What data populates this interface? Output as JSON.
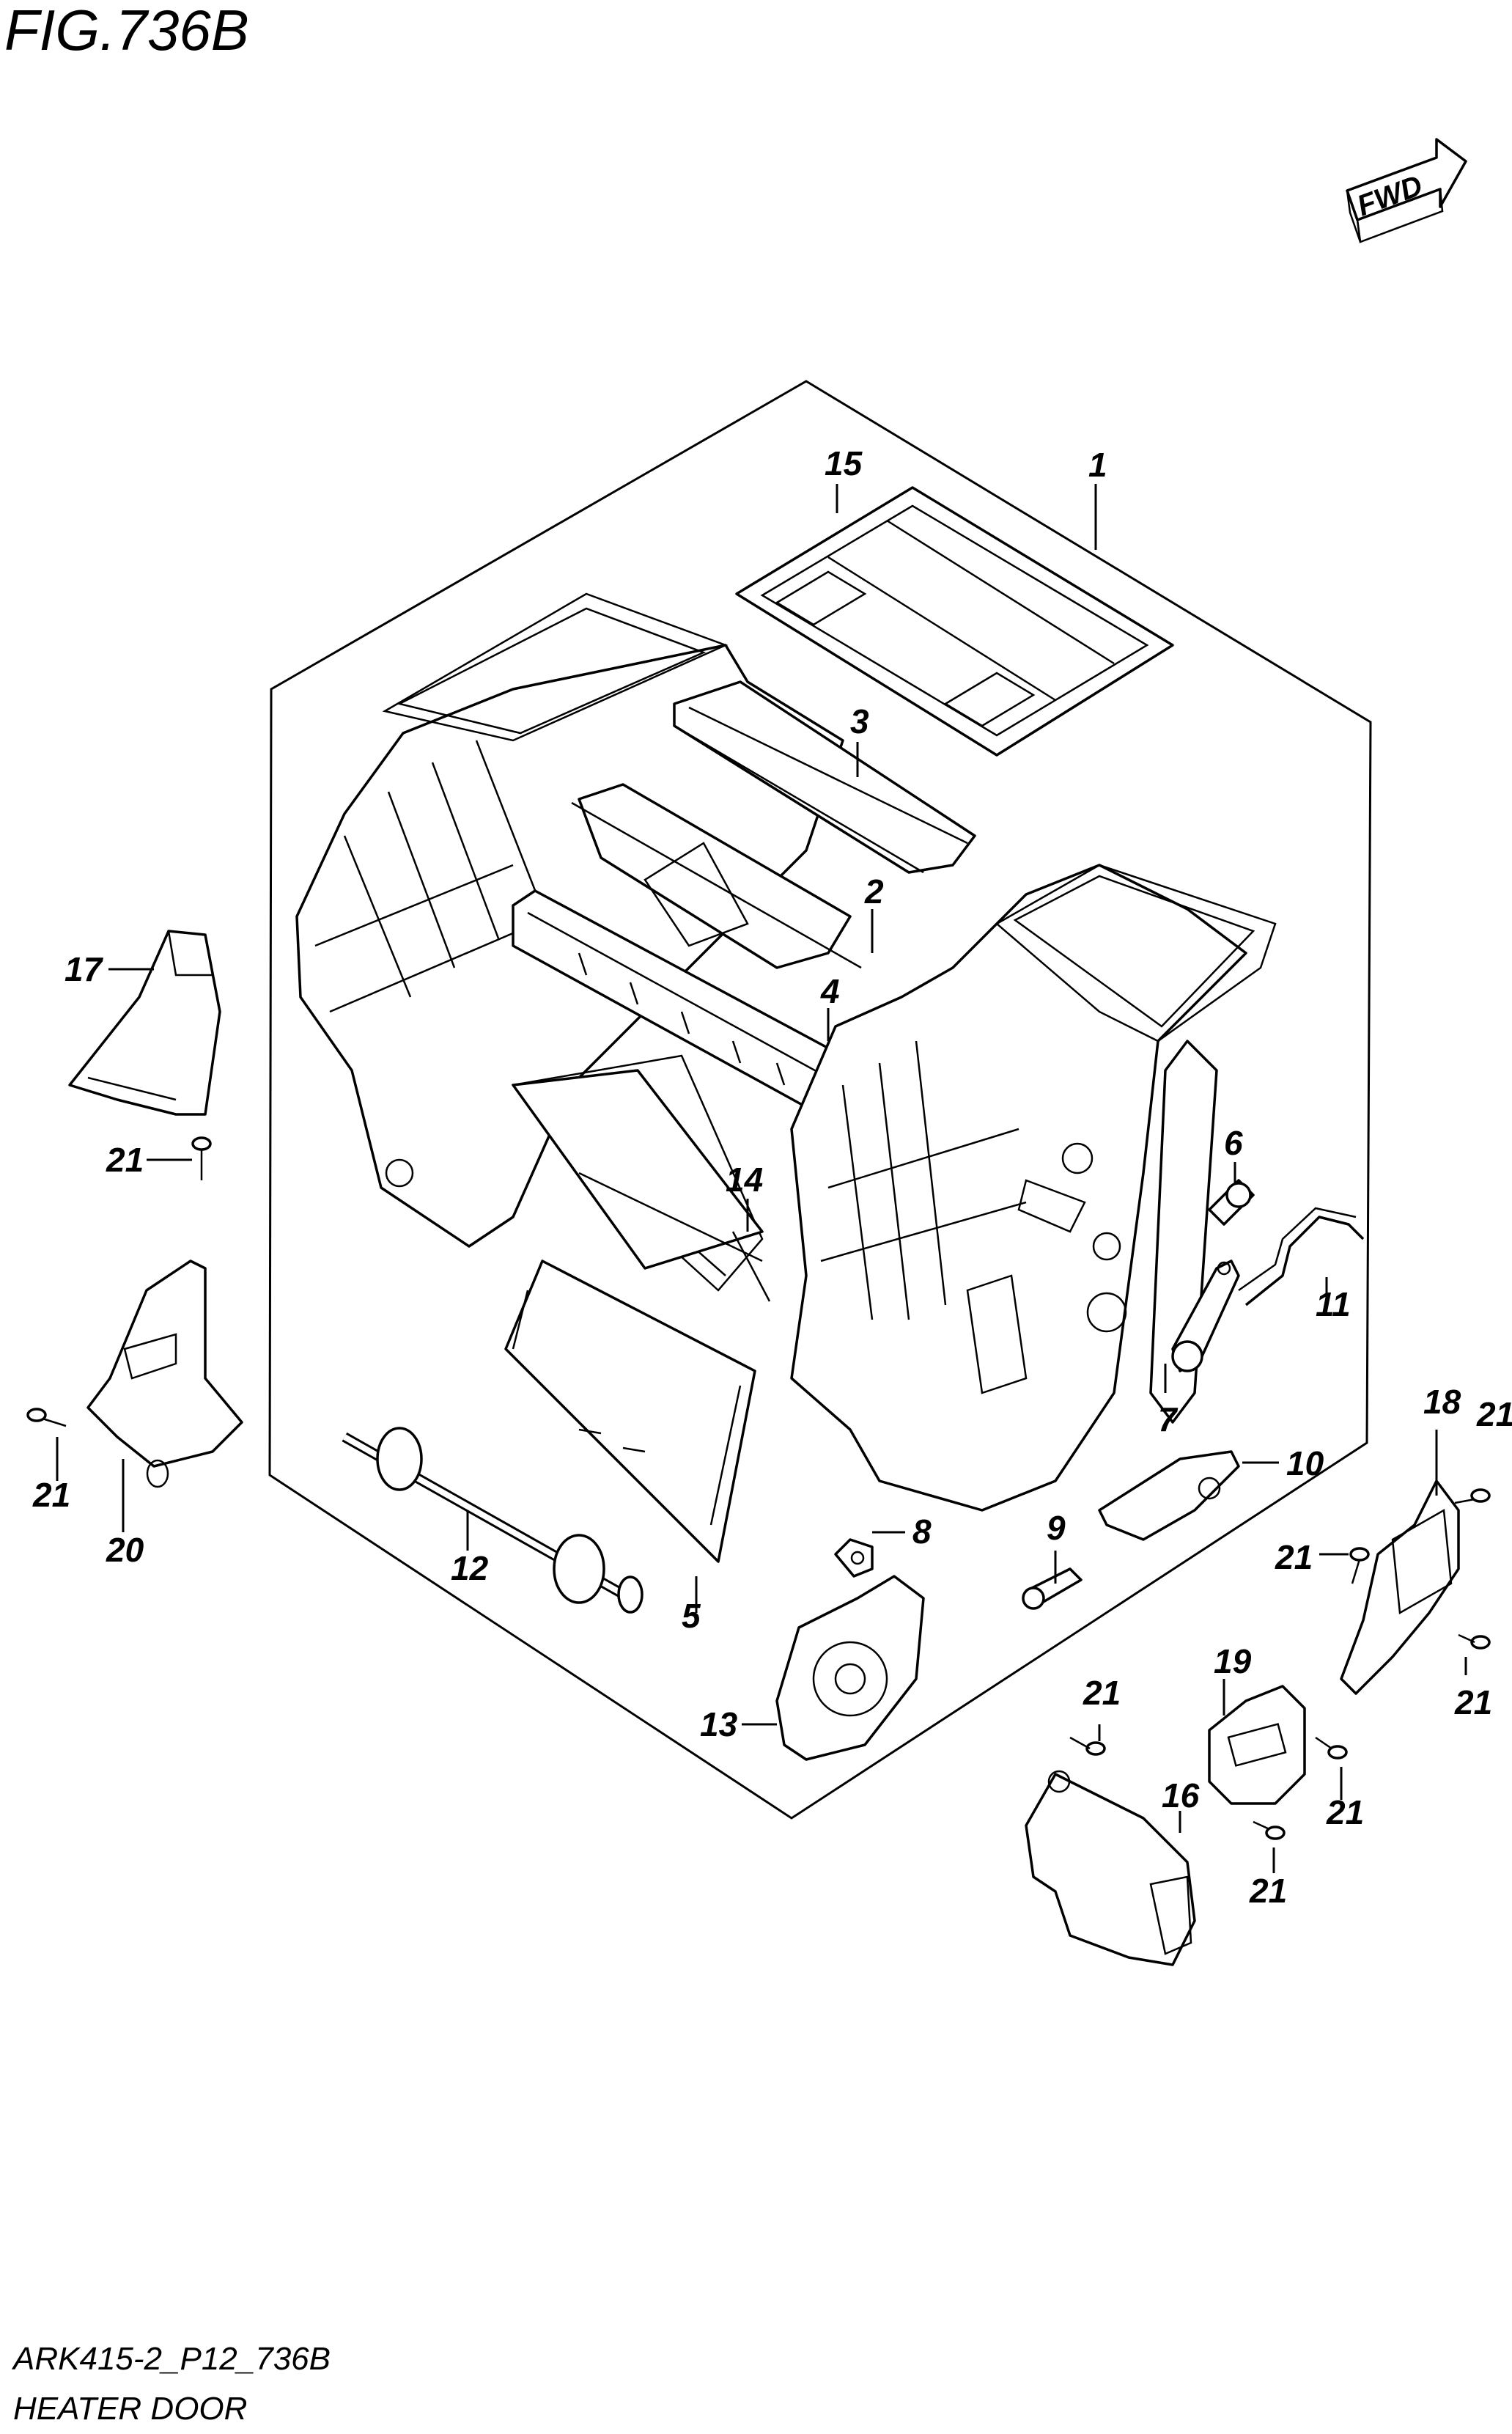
{
  "header": {
    "figure_title": "FIG.736B"
  },
  "fwd_arrow": {
    "label": "FWD"
  },
  "callouts": [
    "15",
    "1",
    "3",
    "2",
    "4",
    "17",
    "21",
    "6",
    "14",
    "11",
    "7",
    "20",
    "21",
    "18",
    "21",
    "10",
    "12",
    "5",
    "8",
    "9",
    "21",
    "13",
    "19",
    "21",
    "16",
    "21",
    "21",
    "21"
  ],
  "footer": {
    "drawing_code": "ARK415-2_P12_736B",
    "subtitle": "HEATER DOOR"
  }
}
